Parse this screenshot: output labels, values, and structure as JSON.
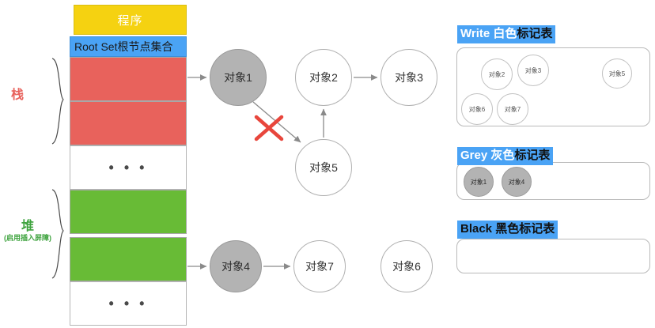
{
  "memory": {
    "program_label": "程序",
    "rootset_label": "Root Set根节点集合",
    "ellipsis": "• • •",
    "stack_label": "栈",
    "heap_label": "堆",
    "heap_sub_label": "(启用插入屏障)",
    "colors": {
      "program": "#f5d211",
      "rootset": "#4aa3f5",
      "stack_block": "#e8625c",
      "heap_block": "#68bb36",
      "empty_block": "#ffffff"
    }
  },
  "graph": {
    "nodes": [
      {
        "id": "obj1",
        "label": "对象1",
        "color": "gray"
      },
      {
        "id": "obj2",
        "label": "对象2",
        "color": "white"
      },
      {
        "id": "obj3",
        "label": "对象3",
        "color": "white"
      },
      {
        "id": "obj5",
        "label": "对象5",
        "color": "white"
      },
      {
        "id": "obj4",
        "label": "对象4",
        "color": "gray"
      },
      {
        "id": "obj7",
        "label": "对象7",
        "color": "white"
      },
      {
        "id": "obj6",
        "label": "对象6",
        "color": "white"
      }
    ],
    "edges": [
      {
        "from": "rootset-stack",
        "to": "obj1",
        "broken": false
      },
      {
        "from": "obj1",
        "to": "obj5",
        "broken": true
      },
      {
        "from": "obj5",
        "to": "obj2",
        "broken": false
      },
      {
        "from": "obj2",
        "to": "obj3",
        "broken": false
      },
      {
        "from": "heap-block",
        "to": "obj4",
        "broken": false
      },
      {
        "from": "obj4",
        "to": "obj7",
        "broken": false
      }
    ],
    "broken_marker": "red-x-mark",
    "broken_marker_color": "#e8463c"
  },
  "panels": [
    {
      "id": "white",
      "title_latin": "Write",
      "title_cjk_colored": " 白色",
      "title_cjk_plain": "标记表",
      "latin_color": "white",
      "cjk_colored_color": "white",
      "items": [
        "对象2",
        "对象3",
        "对象5",
        "对象6",
        "对象7"
      ]
    },
    {
      "id": "grey",
      "title_latin": "Grey",
      "title_cjk_colored": " 灰色",
      "title_cjk_plain": "标记表",
      "latin_color": "white",
      "cjk_colored_color": "white",
      "items": [
        "对象1",
        "对象4"
      ]
    },
    {
      "id": "black",
      "title_latin": "Black",
      "title_cjk_colored": " 黑色",
      "title_cjk_plain": "标记表",
      "latin_color": "dark",
      "cjk_colored_color": "dark",
      "items": []
    }
  ]
}
